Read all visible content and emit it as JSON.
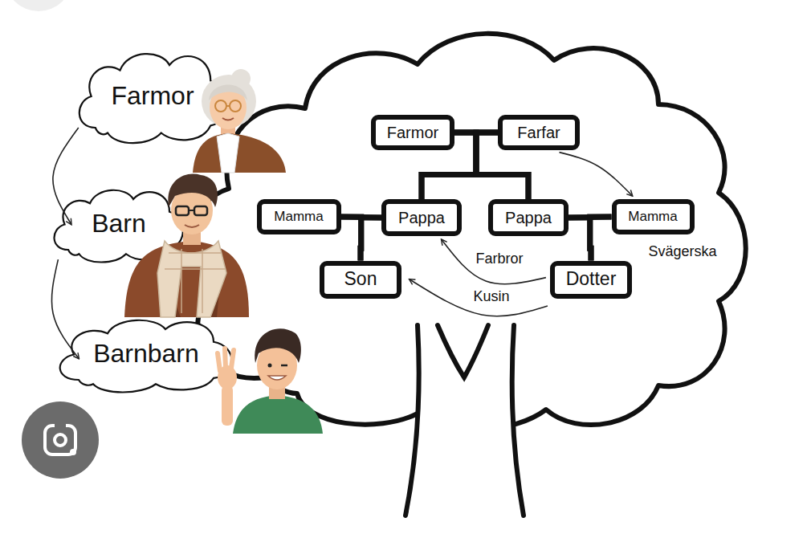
{
  "diagram": {
    "nodes": [
      {
        "text": [
          "Farmor"
        ]
      },
      {
        "text": [
          "Barn"
        ]
      },
      {
        "text": [
          "Barnbarn"
        ]
      },
      {
        "text": [
          "Farmor"
        ]
      },
      {
        "text": [
          "Farfar"
        ]
      },
      {
        "text": [
          "Mamma"
        ]
      },
      {
        "text": [
          "Pappa"
        ]
      },
      {
        "text": [
          "Pappa"
        ]
      },
      {
        "text": [
          "Mamma"
        ]
      },
      {
        "text": [
          "Son"
        ]
      },
      {
        "text": [
          "Dotter"
        ]
      }
    ],
    "edges": [
      {
        "from": 0,
        "to": 1,
        "arrow": "to"
      },
      {
        "from": 1,
        "to": 2,
        "arrow": "to"
      },
      {
        "from": 3,
        "to": 4,
        "arrow": "none"
      },
      {
        "from": 3,
        "to": 6,
        "arrow": "none"
      },
      {
        "from": 3,
        "to": 7,
        "arrow": "none"
      },
      {
        "from": 4,
        "to": 6,
        "arrow": "none"
      },
      {
        "from": 4,
        "to": 7,
        "arrow": "none"
      },
      {
        "from": 5,
        "to": 6,
        "arrow": "none"
      },
      {
        "from": 5,
        "to": 9,
        "arrow": "none"
      },
      {
        "from": 6,
        "to": 9,
        "arrow": "none"
      },
      {
        "from": 7,
        "to": 8,
        "arrow": "none"
      },
      {
        "from": 7,
        "to": 10,
        "arrow": "none"
      },
      {
        "from": 8,
        "to": 10,
        "arrow": "none"
      },
      {
        "from": 4,
        "to": 8,
        "arrow": "to"
      },
      {
        "from": 10,
        "to": 6,
        "label": "Farbror",
        "arrow": "to"
      },
      {
        "from": 10,
        "to": 9,
        "label": "Kusin",
        "arrow": "to"
      }
    ],
    "labels": [
      "Svägerska"
    ]
  }
}
